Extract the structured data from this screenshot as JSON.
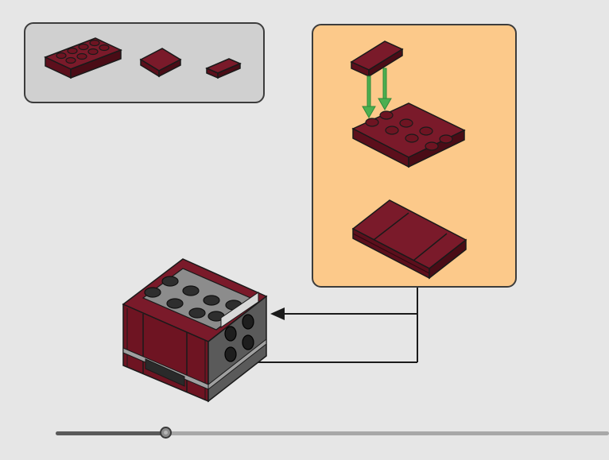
{
  "colors": {
    "background": "#e6e6e6",
    "parts_panel": "#d0d0d0",
    "sub_panel": "#fcc98a",
    "brick_dark_red": "#6e1422",
    "brick_black": "#2a2a2a",
    "brick_grey": "#9a9a9a",
    "arrow_green": "#4caf50",
    "border": "#3c3c3c"
  },
  "parts_list": {
    "items": [
      {
        "name": "plate-2x4",
        "color": "dark-red"
      },
      {
        "name": "tile-2x2",
        "color": "dark-red"
      },
      {
        "name": "tile-1x2",
        "color": "dark-red"
      }
    ]
  },
  "sub_step": {
    "icons": [
      "tile-1x2",
      "green-down-arrow",
      "plate-2x4",
      "assembled-plate-with-tiles"
    ]
  },
  "model": {
    "icon": "main-model-icon"
  },
  "progress": {
    "value": 0.2
  }
}
